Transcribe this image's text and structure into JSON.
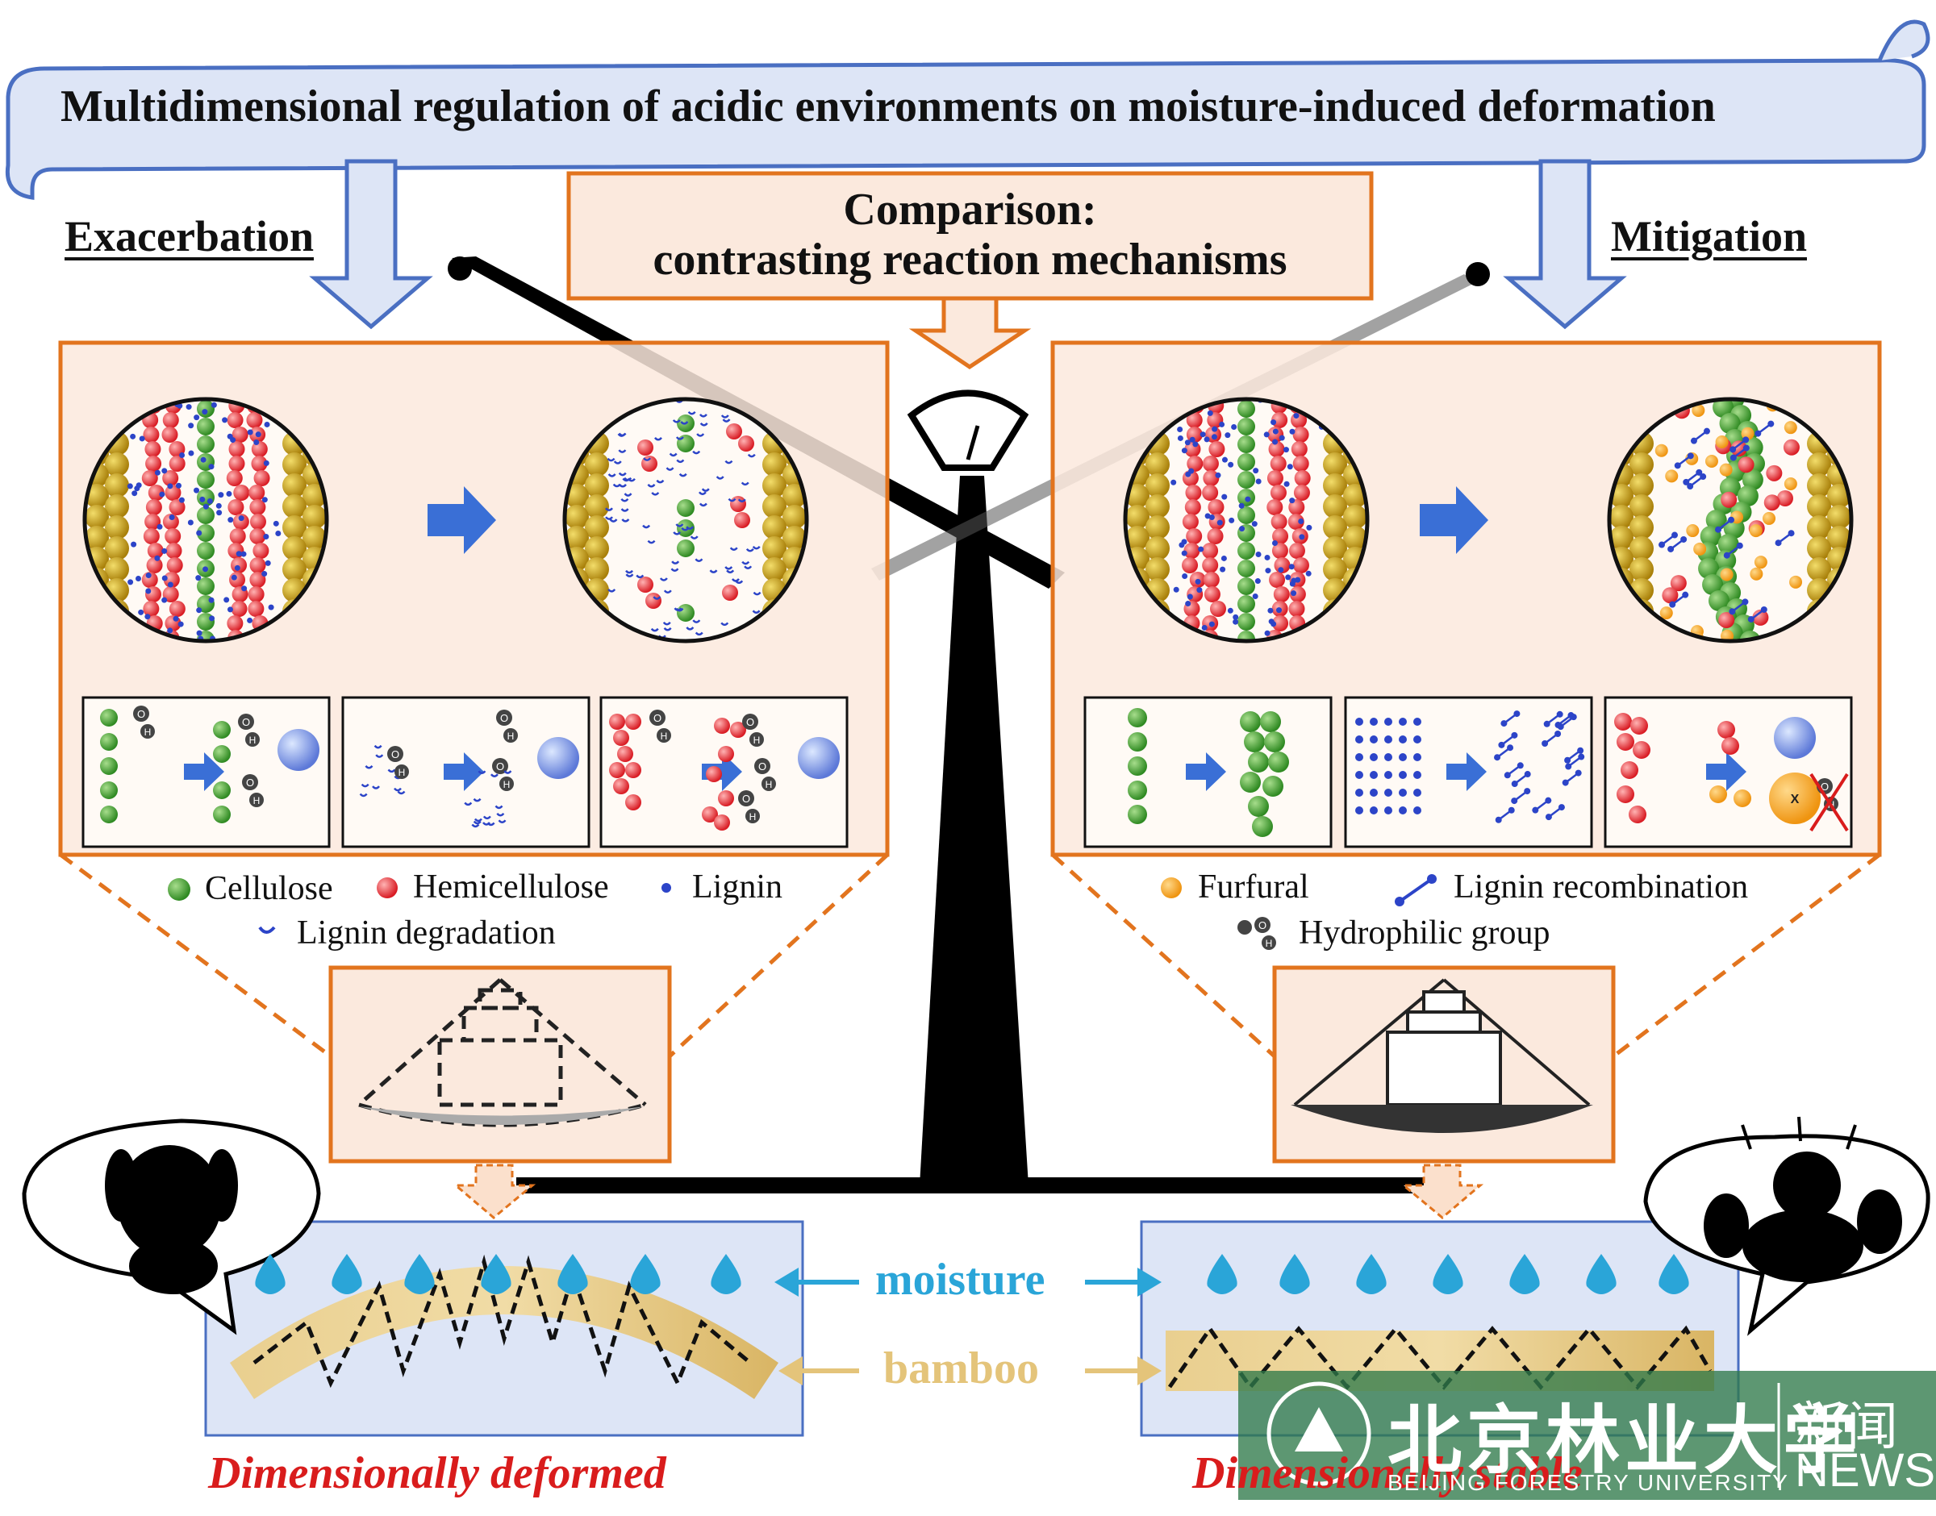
{
  "banner": {
    "title": "Multidimensional regulation of acidic environments on moisture-induced deformation"
  },
  "left_header": "Exacerbation",
  "right_header": "Mitigation",
  "comparison": {
    "line1": "Comparison:",
    "line2": "contrasting reaction mechanisms"
  },
  "legend_left": {
    "cellulose": "Cellulose",
    "hemicellulose": "Hemicellulose",
    "lignin": "Lignin",
    "lignin_degradation": "Lignin degradation"
  },
  "legend_right": {
    "furfural": "Furfural",
    "lignin_recombination": "Lignin recombination",
    "hydrophilic_group": "Hydrophilic group"
  },
  "middle_labels": {
    "moisture": "moisture",
    "bamboo": "bamboo"
  },
  "captions": {
    "left": "Dimensionally deformed",
    "right": "Dimensionally stable"
  },
  "hydroxyl_glyphs": {
    "oxygen": "O",
    "hydrogen": "H",
    "blocked": "X"
  },
  "watermark": {
    "cn": "北京林业大学",
    "en": "BEIJING FORESTRY UNIVERSITY",
    "news_cn": "新闻",
    "news_en": "NEWS"
  },
  "colors": {
    "cellulose": "#3f9a2e",
    "hemicellulose": "#e8343a",
    "lignin": "#2c44c8",
    "furfural": "#f5a623",
    "lignin_wall": "#c2980f",
    "panel_fill": "#fbe9dd",
    "panel_border": "#e2741e",
    "banner_fill": "#dde5f6",
    "banner_border": "#4a6fc2",
    "water": "#2aa5d8",
    "bamboo": "#e4c47a",
    "caption": "#d91c1c",
    "arrow_blue": "#3a6fd6"
  }
}
